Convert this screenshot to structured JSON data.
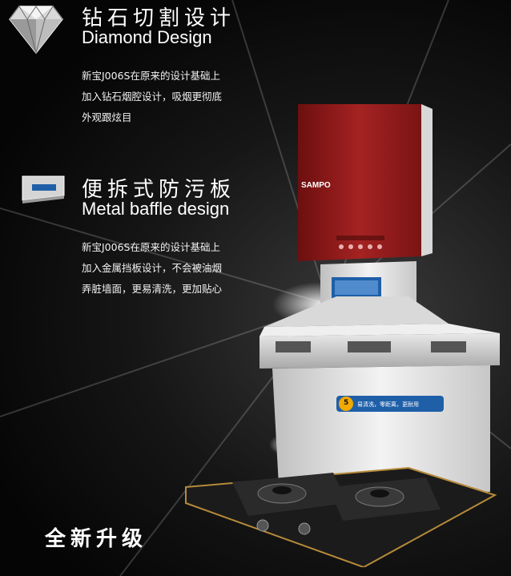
{
  "section1": {
    "title_cn": "钻石切割设计",
    "title_en": "Diamond Design",
    "desc": [
      "新宝J006S在原来的设计基础上",
      "加入钻石烟腔设计，吸烟更彻底",
      "外观跟炫目"
    ],
    "icon": "diamond-icon"
  },
  "section2": {
    "title_cn": "便拆式防污板",
    "title_en": "Metal baffle design",
    "desc": [
      "新宝J006S在原来的设计基础上",
      "加入金属挡板设计，不会被油烟",
      "弄脏墙面，更易清洗，更加贴心"
    ],
    "icon": "metal-baffle-icon"
  },
  "product": {
    "brand": "SAMPO",
    "badge_mark": "5",
    "badge_text": "易清洗，零距离，更耐用"
  },
  "footer": {
    "slogan": "全新升级"
  },
  "colors": {
    "background": "#0b0b0b",
    "hood_red": "#8e1a1a",
    "text": "#ffffff",
    "accent_blue": "#1f5fa8"
  }
}
